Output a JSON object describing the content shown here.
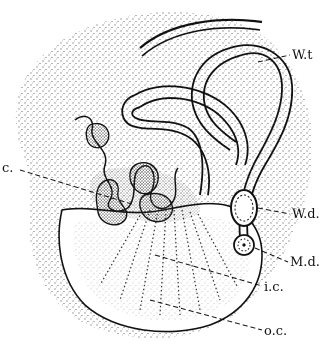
{
  "figure": {
    "labels": {
      "wt": "W.t",
      "c": "c.",
      "wd": "W.d.",
      "md": "M.d.",
      "ic": "i.c.",
      "oc": "o.c."
    },
    "ink_color": "#111111",
    "background_color": "#ffffff"
  }
}
